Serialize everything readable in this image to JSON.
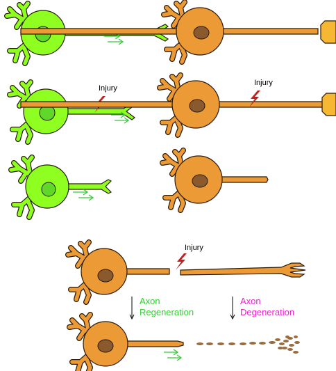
{
  "labels": {
    "injury_1": "Injury",
    "injury_2": "Injury",
    "injury_3": "Injury",
    "regeneration": "Axon\nRegeneration",
    "degeneration": "Axon\nDegeneration"
  },
  "colors": {
    "green_fill": "#8fff22",
    "green_nucleus": "#5fd82a",
    "orange_fill": "#eb9a35",
    "orange_nucleus": "#8a5a2e",
    "target_fill": "#f6b733",
    "outline": "#2a1a05",
    "arrow_green": "#33cc33",
    "bolt": "#c21f1f",
    "regen_text": "#33cc33",
    "degen_text": "#ee22cc",
    "debris": "#9a6c3e"
  }
}
